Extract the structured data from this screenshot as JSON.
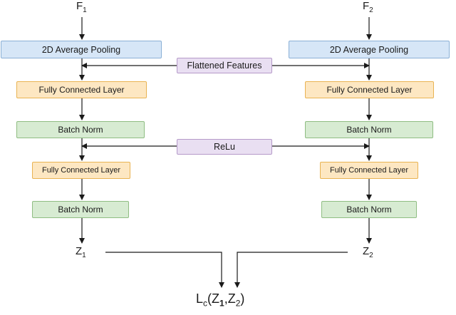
{
  "left": {
    "input": "F",
    "input_sub": "1",
    "pool": "2D  Average Pooling",
    "fc1": "Fully Connected Layer",
    "bn1": "Batch Norm",
    "fc2": "Fully Connected Layer",
    "bn2": "Batch Norm",
    "output": "Z",
    "output_sub": "1"
  },
  "right": {
    "input": "F",
    "input_sub": "2",
    "pool": "2D  Average Pooling",
    "fc1": "Fully Connected Layer",
    "bn1": "Batch Norm",
    "fc2": "Fully Connected Layer",
    "bn2": "Batch Norm",
    "output": "Z",
    "output_sub": "2"
  },
  "shared": {
    "flattened": "Flattened Features",
    "relu": "ReLu"
  },
  "loss": {
    "L": "L",
    "L_sub": "c",
    "open": "(",
    "Z1": "Z",
    "Z1_sub": "1",
    "comma": ",",
    "Z2": "Z",
    "Z2_sub": "2",
    "close": ")"
  },
  "colors": {
    "pool": "#d6e6f7",
    "fc": "#fde7c2",
    "bn": "#d7ebd2",
    "shared": "#e9dff2",
    "wire": "#1a1a1a"
  }
}
